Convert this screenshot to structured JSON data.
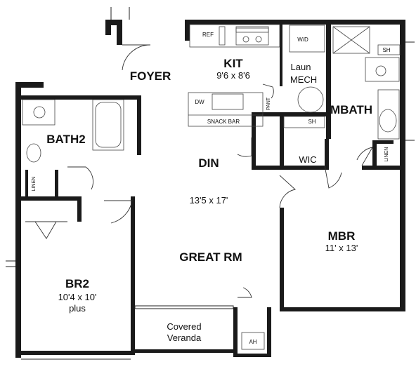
{
  "rooms": {
    "foyer": {
      "name": "FOYER"
    },
    "kitchen": {
      "name": "KIT",
      "size": "9'6 x 8'6"
    },
    "laundry": {
      "name": "Laun",
      "sub": "MECH"
    },
    "mbath": {
      "name": "MBATH"
    },
    "bath2": {
      "name": "BATH2"
    },
    "dining": {
      "name": "DIN"
    },
    "wic": {
      "name": "WIC"
    },
    "great_room": {
      "name": "GREAT RM",
      "size": "13'5 x 17'"
    },
    "mbr": {
      "name": "MBR",
      "size": "11' x 13'"
    },
    "br2": {
      "name": "BR2",
      "size": "10'4 x 10'",
      "note": "plus"
    },
    "veranda": {
      "line1": "Covered",
      "line2": "Veranda"
    }
  },
  "fixtures": {
    "ref": "REF",
    "wd": "W/D",
    "dw": "DW",
    "pant": "PANT",
    "snack_bar": "SNACK BAR",
    "sh_mbath": "SH",
    "sh_wic": "SH",
    "linen_bath2": "LINEN",
    "linen_mbr": "LINEN",
    "ah": "AH"
  },
  "colors": {
    "wall": "#1a1a1a",
    "background": "#ffffff",
    "line": "#222222"
  }
}
